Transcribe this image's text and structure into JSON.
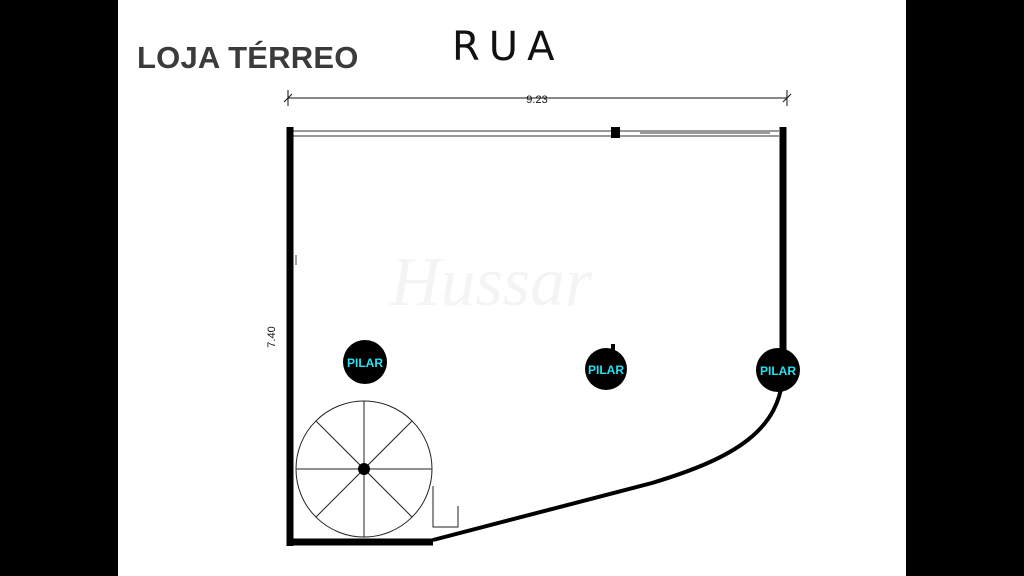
{
  "title": "LOJA TÉRREO",
  "street_label": "RUA",
  "dimensions": {
    "width": "9.23",
    "depth": "7.40"
  },
  "pillars": [
    {
      "label": "PILAR"
    },
    {
      "label": "PILAR"
    },
    {
      "label": "PILAR"
    }
  ],
  "colors": {
    "background": "#000000",
    "sheet": "#ffffff",
    "wall": "#000000",
    "pillar_label": "#22e3f0",
    "title": "#3b3b3b"
  }
}
